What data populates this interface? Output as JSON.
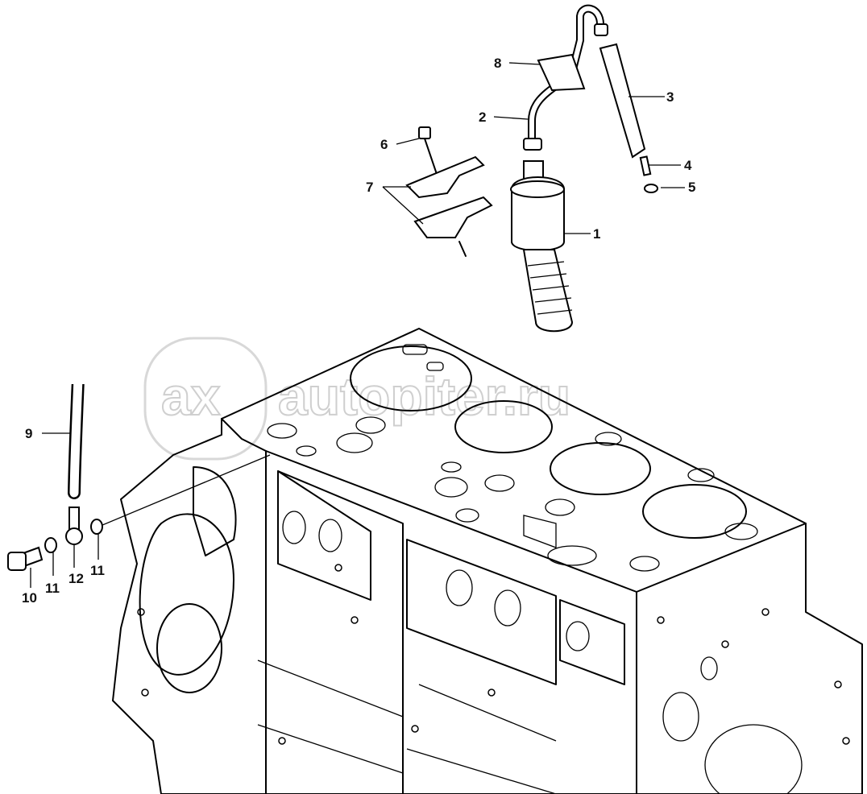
{
  "watermark": {
    "text": "autopiter.ru",
    "logo_letters": "ax"
  },
  "callouts": [
    {
      "number": "1"
    },
    {
      "number": "2"
    },
    {
      "number": "3"
    },
    {
      "number": "4"
    },
    {
      "number": "5"
    },
    {
      "number": "6"
    },
    {
      "number": "7"
    },
    {
      "number": "8"
    },
    {
      "number": "9"
    },
    {
      "number": "10"
    },
    {
      "number": "11"
    },
    {
      "number": "12"
    },
    {
      "number": "11"
    }
  ]
}
